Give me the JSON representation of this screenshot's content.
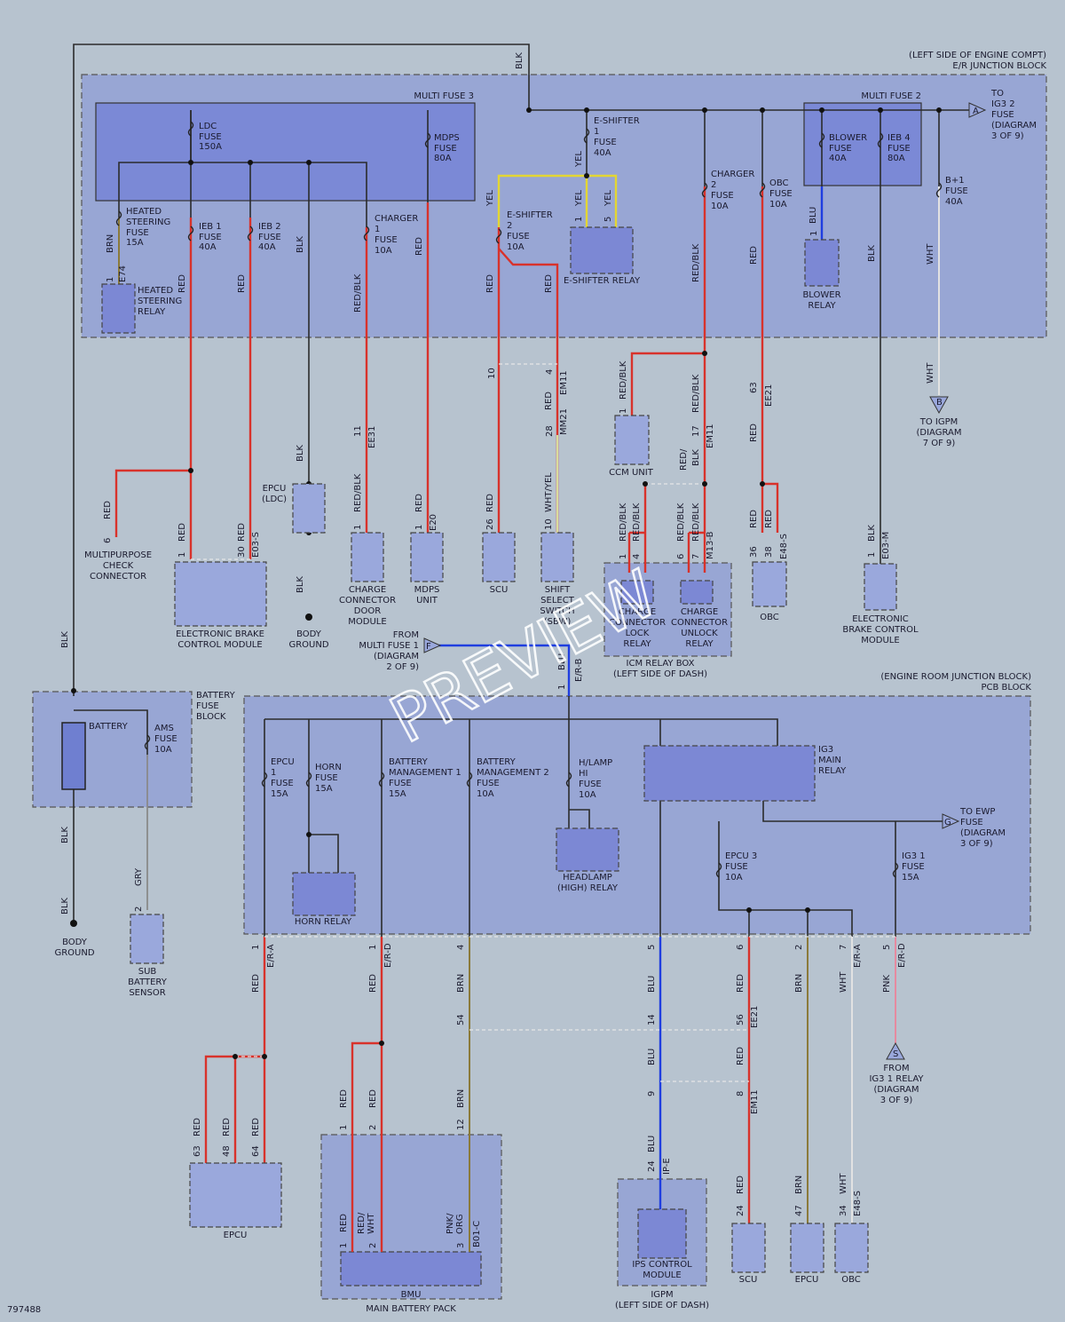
{
  "diagram_id": "797488",
  "watermark": "PREVIEW",
  "blocks": {
    "er_junction": {
      "line1": "(LEFT SIDE OF ENGINE COMPT)",
      "line2": "E/R JUNCTION BLOCK"
    },
    "pcb": {
      "line1": "(ENGINE ROOM JUNCTION BLOCK)",
      "line2": "PCB BLOCK"
    },
    "battery_fuse": {
      "line1": "BATTERY",
      "line2": "FUSE",
      "line3": "BLOCK"
    },
    "multi_fuse_3": "MULTI FUSE 3",
    "multi_fuse_2": "MULTI FUSE 2"
  },
  "fuses": {
    "ldc": [
      "LDC",
      "FUSE",
      "150A"
    ],
    "mdps": [
      "MDPS",
      "FUSE",
      "80A"
    ],
    "heated_steering": [
      "HEATED",
      "STEERING",
      "FUSE",
      "15A"
    ],
    "ieb1": [
      "IEB 1",
      "FUSE",
      "40A"
    ],
    "ieb2": [
      "IEB 2",
      "FUSE",
      "40A"
    ],
    "charger1": [
      "CHARGER",
      "1",
      "FUSE",
      "10A"
    ],
    "eshifter2": [
      "E-SHIFTER",
      "2",
      "FUSE",
      "10A"
    ],
    "eshifter1": [
      "E-SHIFTER",
      "1",
      "FUSE",
      "40A"
    ],
    "charger2": [
      "CHARGER",
      "2",
      "FUSE",
      "10A"
    ],
    "obc": [
      "OBC",
      "FUSE",
      "10A"
    ],
    "blower": [
      "BLOWER",
      "FUSE",
      "40A"
    ],
    "ieb4": [
      "IEB 4",
      "FUSE",
      "80A"
    ],
    "b1": [
      "B+1",
      "FUSE",
      "40A"
    ],
    "ams": [
      "AMS",
      "FUSE",
      "10A"
    ],
    "epcu1": [
      "EPCU",
      "1",
      "FUSE",
      "15A"
    ],
    "horn": [
      "HORN",
      "FUSE",
      "15A"
    ],
    "bm1": [
      "BATTERY",
      "MANAGEMENT 1",
      "FUSE",
      "15A"
    ],
    "bm2": [
      "BATTERY",
      "MANAGEMENT 2",
      "FUSE",
      "10A"
    ],
    "hlamp": [
      "H/LAMP",
      "HI",
      "FUSE",
      "10A"
    ],
    "epcu3": [
      "EPCU 3",
      "FUSE",
      "10A"
    ],
    "ig31": [
      "IG3 1",
      "FUSE",
      "15A"
    ]
  },
  "components": {
    "heated_relay": [
      "HEATED",
      "STEERING",
      "RELAY"
    ],
    "eshifter_relay": "E-SHIFTER RELAY",
    "blower_relay": [
      "BLOWER",
      "RELAY"
    ],
    "multipurpose": [
      "MULTIPURPOSE",
      "CHECK",
      "CONNECTOR"
    ],
    "ebcm1": [
      "ELECTRONIC BRAKE",
      "CONTROL MODULE"
    ],
    "epcu_ldc": [
      "EPCU",
      "(LDC)"
    ],
    "body_ground": [
      "BODY",
      "GROUND"
    ],
    "charge_door": [
      "CHARGE",
      "CONNECTOR",
      "DOOR",
      "MODULE"
    ],
    "mdps_unit": [
      "MDPS",
      "UNIT"
    ],
    "scu": "SCU",
    "shift_switch": [
      "SHIFT",
      "SELECT",
      "SWITCH",
      "(SBW)"
    ],
    "ccm": "CCM UNIT",
    "lock_relay": [
      "CHARGE",
      "CONNECTOR",
      "LOCK",
      "RELAY"
    ],
    "unlock_relay": [
      "CHARGE",
      "CONNECTOR",
      "UNLOCK",
      "RELAY"
    ],
    "icm_box": [
      "ICM RELAY BOX",
      "(LEFT SIDE OF DASH)"
    ],
    "obc": "OBC",
    "ebcm2": [
      "ELECTRONIC",
      "BRAKE CONTROL",
      "MODULE"
    ],
    "battery": "BATTERY",
    "sub_sensor": [
      "SUB",
      "BATTERY",
      "SENSOR"
    ],
    "horn_relay": "HORN RELAY",
    "headlamp_relay": [
      "HEADLAMP",
      "(HIGH) RELAY"
    ],
    "ig3_relay": [
      "IG3",
      "MAIN",
      "RELAY"
    ],
    "epcu": "EPCU",
    "bmu": "BMU",
    "main_battery_pack": "MAIN BATTERY PACK",
    "ips": [
      "IPS CONTROL",
      "MODULE"
    ],
    "igpm": [
      "IGPM",
      "(LEFT SIDE OF DASH)"
    ],
    "scu2": "SCU",
    "epcu2": "EPCU",
    "obc2": "OBC"
  },
  "references": {
    "to_ig32": [
      "TO",
      "IG3 2",
      "FUSE",
      "(DIAGRAM",
      "3 OF 9)"
    ],
    "to_igpm": [
      "TO IGPM",
      "(DIAGRAM",
      "7 OF 9)"
    ],
    "from_mf1": [
      "FROM",
      "MULTI FUSE 1",
      "(DIAGRAM",
      "2 OF 9)"
    ],
    "to_ewp": [
      "TO EWP",
      "FUSE",
      "(DIAGRAM",
      "3 OF 9)"
    ],
    "from_ig31": [
      "FROM",
      "IG3 1 RELAY",
      "(DIAGRAM",
      "3 OF 9)"
    ],
    "letters": {
      "a": "A",
      "b": "B",
      "f": "F",
      "g": "G",
      "s": "S"
    }
  },
  "wire_colors": {
    "blk": "BLK",
    "red": "RED",
    "brn": "BRN",
    "redblk": "RED/BLK",
    "yel": "YEL",
    "blu": "BLU",
    "wht": "WHT",
    "whtyel": "WHT/YEL",
    "gry": "GRY",
    "pnk": "PNK",
    "redslash": "RED/",
    "blkline": "BLK",
    "redwht": "RED/",
    "whtline": "WHT",
    "pnkorg": "PNK/",
    "orgline": "ORG"
  },
  "connectors": {
    "e74": "E74",
    "e03s": "E03-S",
    "ee31": "EE31",
    "e20": "E20",
    "em11": "EM11",
    "mm21": "MM21",
    "ee21": "EE21",
    "m13b": "M13-B",
    "e48s": "E48-S",
    "e03m": "E03-M",
    "erb": "E/R-B",
    "era": "E/R-A",
    "erd": "E/R-D",
    "b01c": "B01-C",
    "ipe": "IP-E"
  },
  "pins": {
    "p1": "1",
    "p2": "2",
    "p3": "3",
    "p4": "4",
    "p5": "5",
    "p6": "6",
    "p7": "7",
    "p8": "8",
    "p9": "9",
    "p10": "10",
    "p11": "11",
    "p12": "12",
    "p14": "14",
    "p17": "17",
    "p24": "24",
    "p26": "26",
    "p28": "28",
    "p30": "30",
    "p34": "34",
    "p36": "36",
    "p38": "38",
    "p47": "47",
    "p48": "48",
    "p54": "54",
    "p56": "56",
    "p63": "63",
    "p64": "64"
  },
  "colors": {
    "background": "#b7c3cf",
    "block": "#98a6d4",
    "inner_block": "#7b89d6",
    "wire_red": "#d8322b",
    "wire_blue": "#1f3ee0",
    "wire_yellow": "#e3d633",
    "wire_brown": "#8b7a3a",
    "wire_black": "#2b2b2b"
  }
}
